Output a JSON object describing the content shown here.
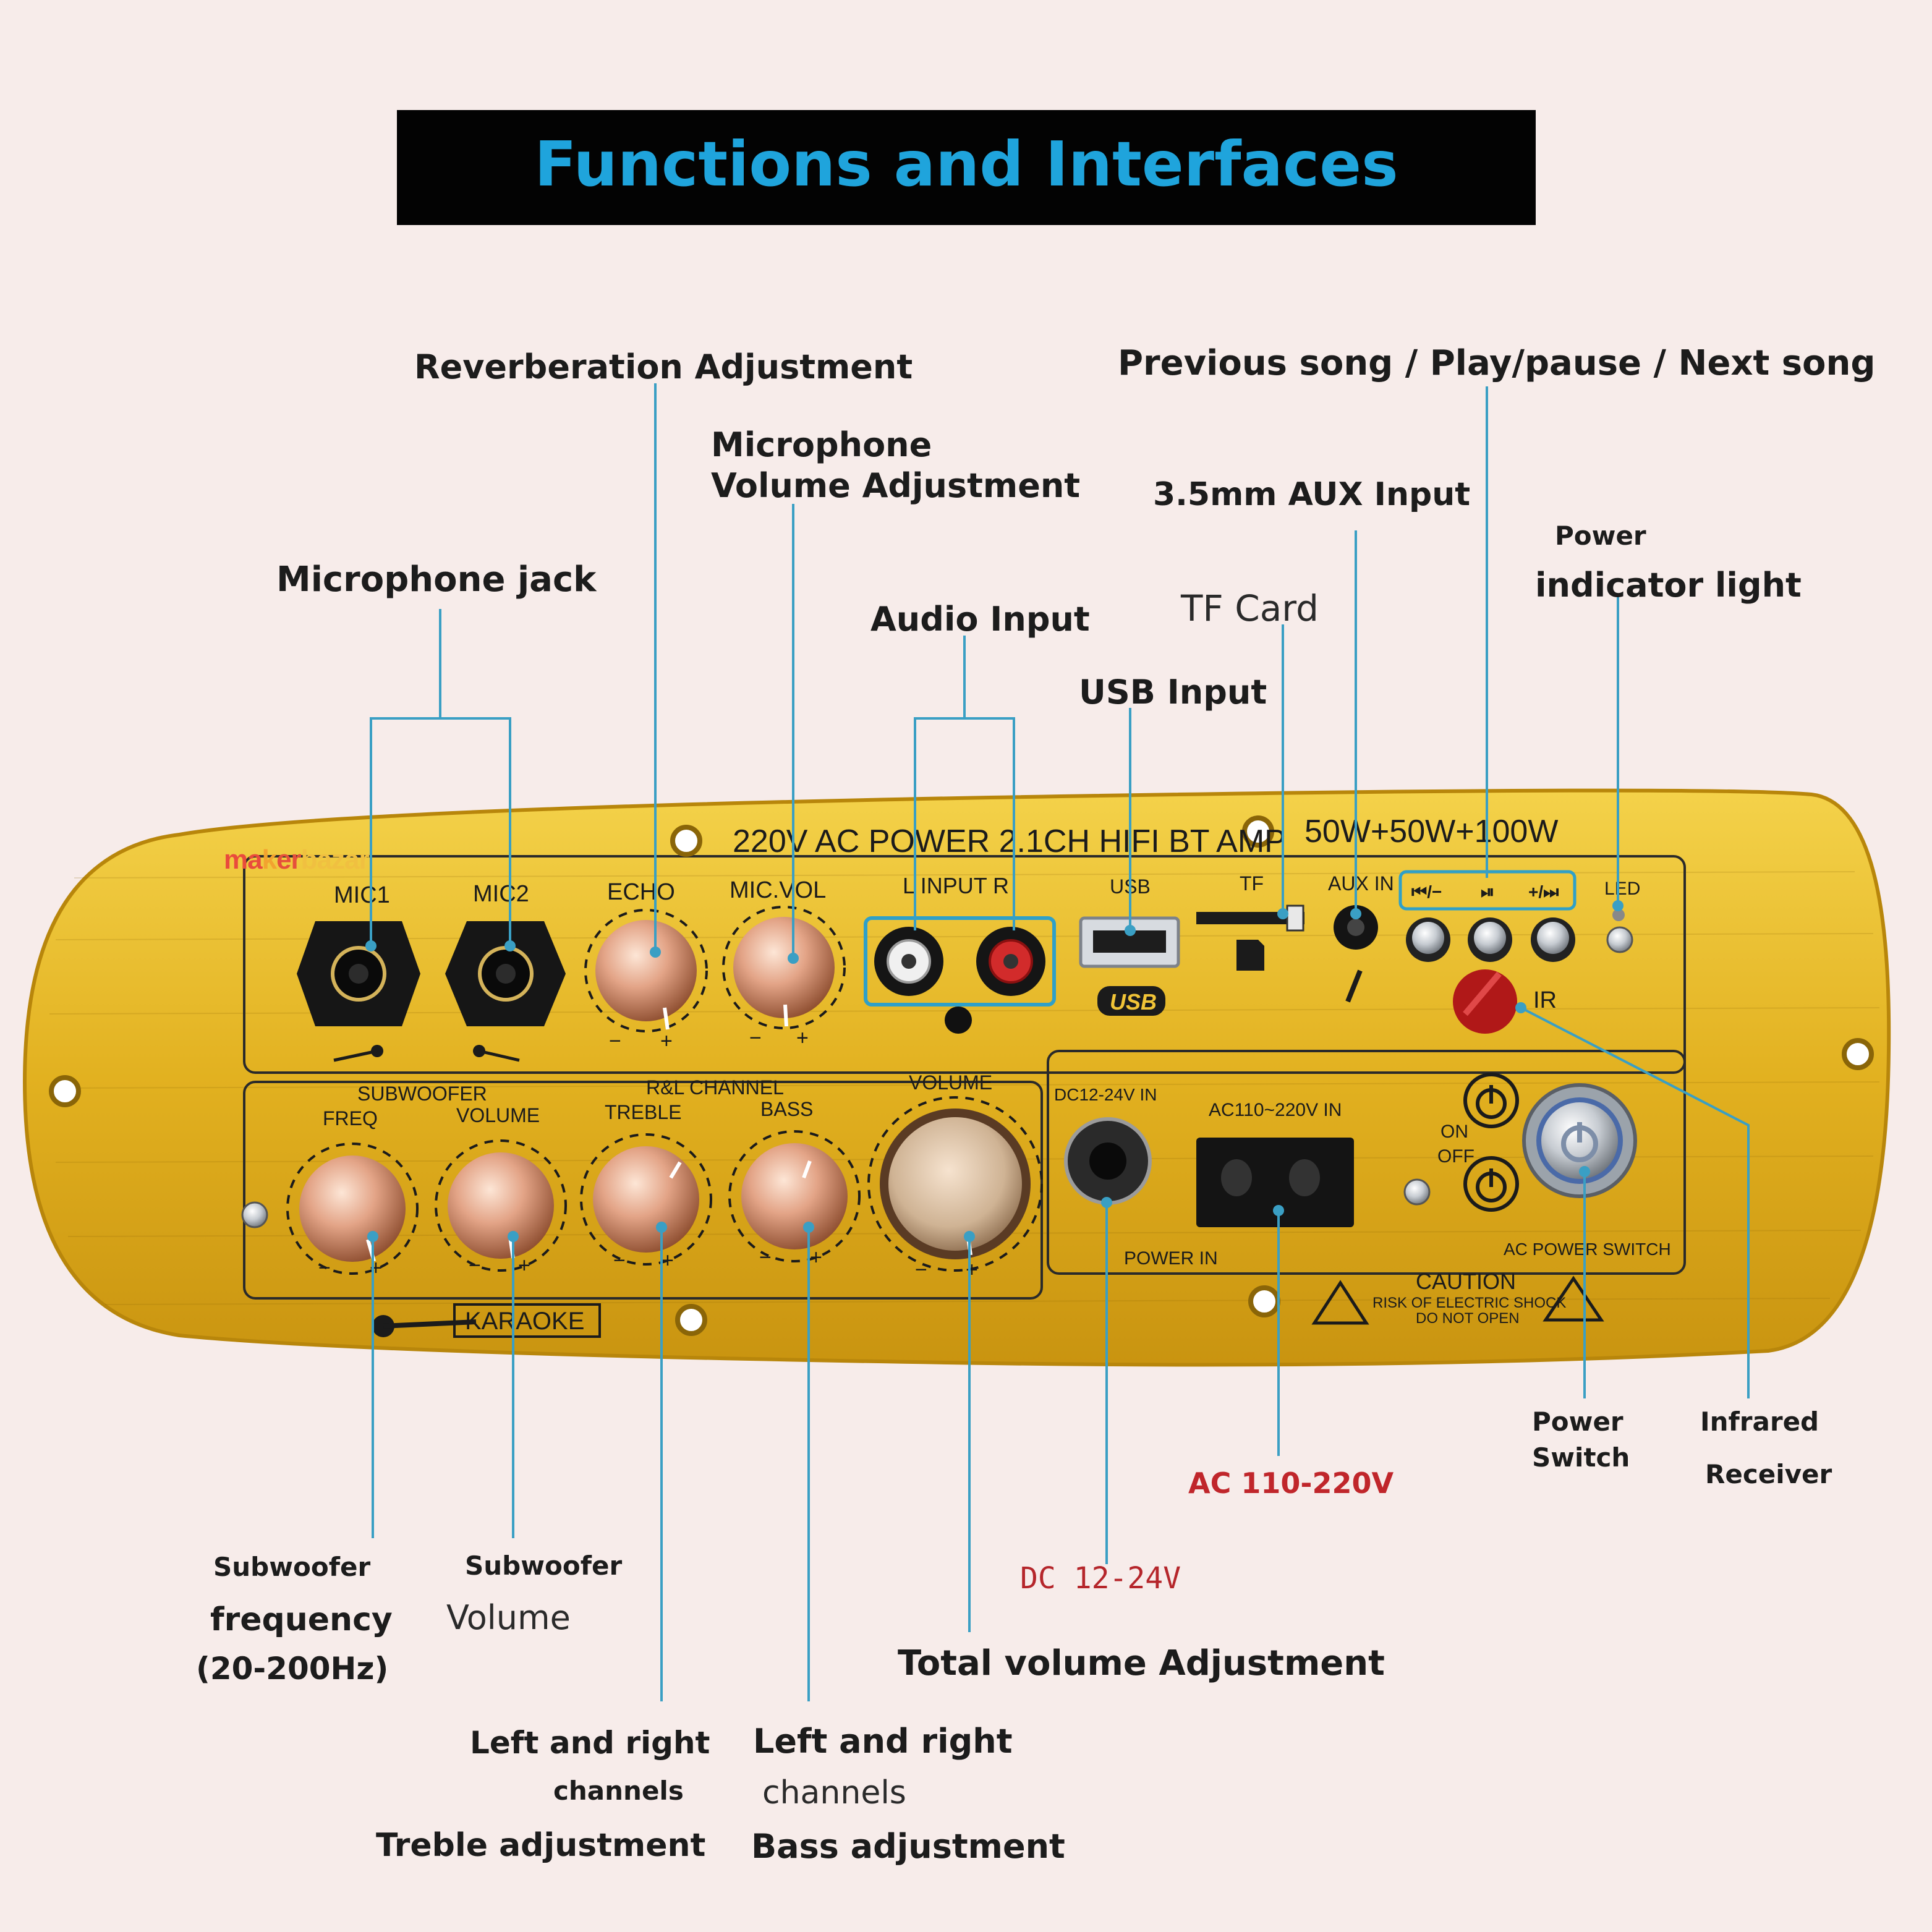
{
  "title": "Functions and Interfaces",
  "brand": "makerbazar",
  "labels": {
    "reverb": "Reverberation Adjustment",
    "prevnext": "Previous song / Play/pause / Next song",
    "micvol_1": "Microphone",
    "micvol_2": "Volume Adjustment",
    "aux": "3.5mm AUX Input",
    "power_ind_1": "Power",
    "power_ind_2": "indicator light",
    "mic_jack": "Microphone jack",
    "audio_in": "Audio Input",
    "tf": "TF Card",
    "usb": "USB Input",
    "power_switch_1": "Power",
    "power_switch_2": "Switch",
    "ir_1": "Infrared",
    "ir_2": "Receiver",
    "ac": "AC 110-220V",
    "dc": "DC 12-24V",
    "sub_freq_1": "Subwoofer",
    "sub_freq_2": "frequency",
    "sub_freq_3": "(20-200Hz)",
    "sub_vol_1": "Subwoofer",
    "sub_vol_2": "Volume",
    "total_vol": "Total volume Adjustment",
    "treble_1": "Left and right",
    "treble_2": "channels",
    "treble_3": "Treble adjustment",
    "bass_1": "Left and right",
    "bass_2": "channels",
    "bass_3": "Bass adjustment"
  },
  "panel": {
    "header": "220V AC POWER 2.1CH HIFI BT AMP",
    "power_rating": "50W+50W+100W",
    "mic1": "MIC1",
    "mic2": "MIC2",
    "echo": "ECHO",
    "micvol": "MIC.VOL",
    "input": "L  INPUT R",
    "usb": "USB",
    "tf": "TF",
    "aux": "AUX IN",
    "btn1": "⏮/−",
    "btn2": "⏯",
    "btn3": "+/⏭",
    "led": "LED",
    "ir": "IR",
    "subwoofer": "SUBWOOFER",
    "freq": "FREQ",
    "volume": "VOLUME",
    "rl_channel": "R&L CHANNEL",
    "treble": "TREBLE",
    "bass": "BASS",
    "volume_main": "VOLUME",
    "dc_in": "DC12-24V IN",
    "ac_in": "AC110~220V IN",
    "on": "ON",
    "off": "OFF",
    "power_in": "POWER IN",
    "ac_switch": "AC POWER SWITCH",
    "caution": "CAUTION",
    "caution_2": "RISK OF ELECTRIC SHOCK",
    "caution_3": "DO NOT OPEN",
    "karaoke": "KARAOKE",
    "usb_logo": "USB",
    "minus": "−",
    "plus": "+"
  },
  "colors": {
    "background": "#f7ecea",
    "title": "#1fa4dc",
    "leader_line": "#3a9fc4",
    "panel_gold": "#e3b321",
    "red_label": "#c0262b"
  }
}
